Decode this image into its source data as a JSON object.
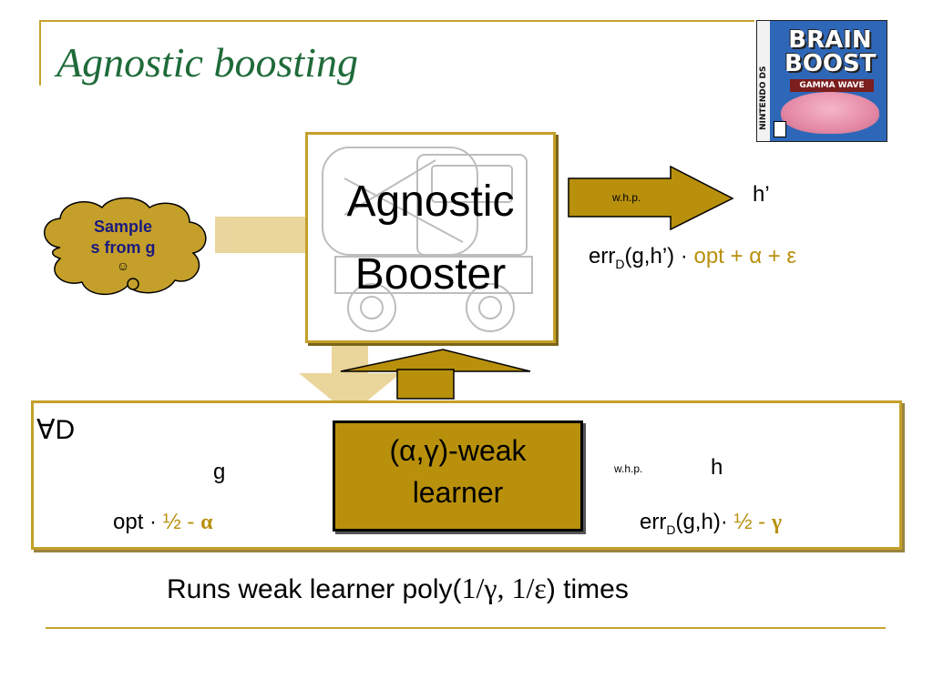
{
  "title": "Agnostic boosting",
  "cover": {
    "brand": "NINTENDO DS",
    "title_line1": "BRAIN",
    "title_line2": "BOOST",
    "subtitle": "GAMMA WAVE"
  },
  "booster": {
    "line1": "Agnostic",
    "line2": "Booster"
  },
  "cloud": {
    "line1": "Sample",
    "line2": "s from g",
    "emoji": "☺"
  },
  "top_output": {
    "whp": "w.h.p.",
    "hypothesis": "h’",
    "err_prefix": "err",
    "err_sub": "D",
    "err_args": "(g,h’) ·",
    "err_gold": "opt + α + ε"
  },
  "weak": {
    "forall": "∀D",
    "learner_line1": "(α,γ)-weak",
    "learner_line2": "learner",
    "input_label": "g",
    "input_cond_black": "opt ·",
    "input_cond_gold_frac": "½ -",
    "input_cond_gold_alpha": "α",
    "whp": "w.h.p.",
    "output_label": "h",
    "err_prefix": "err",
    "err_sub": "D",
    "err_args": "(g,h)·",
    "err_gold_frac": "½ -",
    "err_gold_gamma": "γ"
  },
  "bottom": {
    "prefix": "Runs weak learner poly(",
    "args": "1/γ, 1/ε",
    "suffix": ") times"
  },
  "colors": {
    "title": "#1f6b3a",
    "gold": "#c4a02a",
    "arrow": "#b8900c",
    "learner_fill": "#b8900c"
  }
}
